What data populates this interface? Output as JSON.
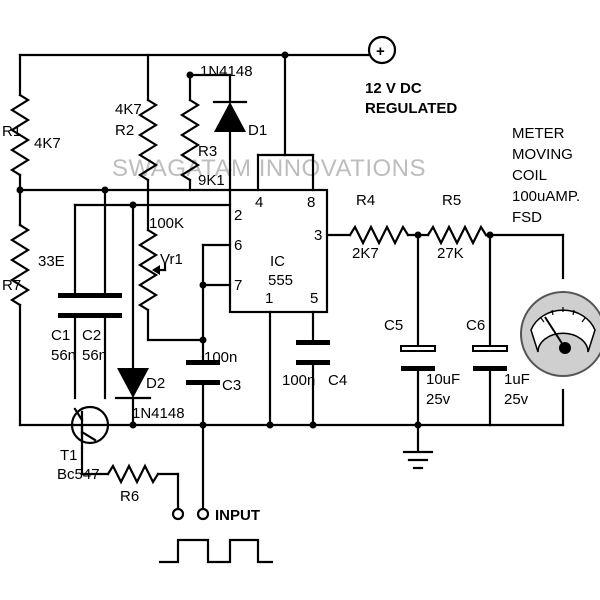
{
  "watermark": "SWAGATAM INNOVATIONS",
  "supply": {
    "symbol": "+",
    "line1": "12 V DC",
    "line2": "REGULATED"
  },
  "meter": {
    "line1": "METER",
    "line2": "MOVING",
    "line3": "COIL",
    "line4": "100uAMP.",
    "line5": "FSD"
  },
  "ic": {
    "label1": "IC",
    "label2": "555",
    "pin1": "1",
    "pin2": "2",
    "pin3": "3",
    "pin4": "4",
    "pin5": "5",
    "pin6": "6",
    "pin7": "7",
    "pin8": "8"
  },
  "r1": {
    "name": "R1",
    "value": "4K7"
  },
  "r2": {
    "name": "R2",
    "value": "4K7"
  },
  "r3": {
    "name": "R3",
    "value": "9K1"
  },
  "r4": {
    "name": "R4",
    "value": "2K7"
  },
  "r5": {
    "name": "R5",
    "value": "27K"
  },
  "r6": {
    "name": "R6"
  },
  "r7": {
    "name": "R7",
    "value": "33E"
  },
  "vr1": {
    "name": "Vr1",
    "value": "100K"
  },
  "d1": {
    "name": "D1",
    "part": "1N4148"
  },
  "d2": {
    "name": "D2",
    "part": "1N4148"
  },
  "c1": {
    "name": "C1",
    "value": "56n"
  },
  "c2": {
    "name": "C2",
    "value": "56n"
  },
  "c3": {
    "name": "C3",
    "value": "100n"
  },
  "c4": {
    "name": "C4",
    "value": "100n"
  },
  "c5": {
    "name": "C5",
    "value": "10uF",
    "rating": "25v"
  },
  "c6": {
    "name": "C6",
    "value": "1uF",
    "rating": "25v"
  },
  "t1": {
    "name": "T1",
    "part": "Bc547"
  },
  "input": {
    "label": "INPUT"
  }
}
